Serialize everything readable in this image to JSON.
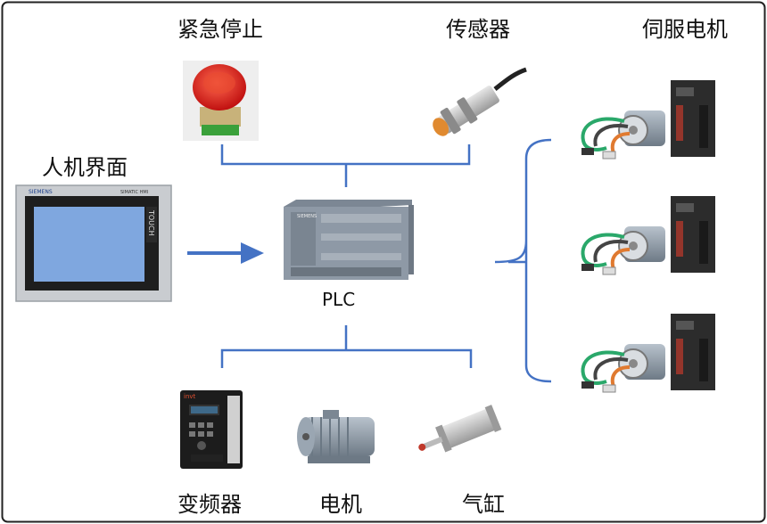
{
  "labels": {
    "emergency_stop": "紧急停止",
    "sensor": "传感器",
    "servo_motor": "伺服电机",
    "hmi": "人机界面",
    "plc": "PLC",
    "inverter": "变频器",
    "motor": "电机",
    "cylinder": "气缸"
  },
  "device_text": {
    "hmi_brand": "SIEMENS",
    "hmi_model": "SIMATIC HMI",
    "hmi_touch": "TOUCH",
    "plc_brand": "SIEMENS",
    "inverter_brand": "invt"
  },
  "colors": {
    "connector": "#4472c4",
    "arrow": "#4472c4",
    "frame": "#222222"
  },
  "icons": [
    "emergency-stop-icon",
    "sensor-icon",
    "servo-motor-icon",
    "hmi-panel-icon",
    "plc-icon",
    "inverter-icon",
    "motor-icon",
    "cylinder-icon"
  ]
}
